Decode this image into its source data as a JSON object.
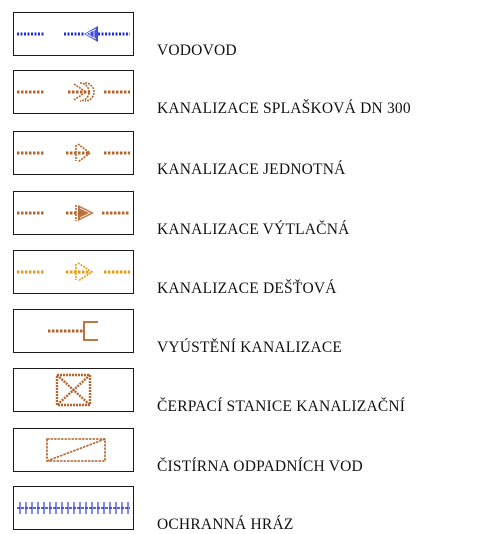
{
  "legend": {
    "items": [
      {
        "id": "vodovod",
        "label": "VODOVOD",
        "symbol": "water-main-line-icon",
        "color": "#1f2fd6"
      },
      {
        "id": "splaskova",
        "label": "KANALIZACE SPLAŠKOVÁ DN 300",
        "symbol": "sewer-foul-line-icon",
        "color": "#b5642c"
      },
      {
        "id": "jednotna",
        "label": "KANALIZACE JEDNOTNÁ",
        "symbol": "sewer-combined-line-icon",
        "color": "#b5642c"
      },
      {
        "id": "vytlacna",
        "label": "KANALIZACE VÝTLAČNÁ",
        "symbol": "sewer-pressure-line-icon",
        "color": "#b5642c"
      },
      {
        "id": "destova",
        "label": "KANALIZACE DEŠŤOVÁ",
        "symbol": "sewer-storm-line-icon",
        "color": "#e39b16"
      },
      {
        "id": "vyusteni",
        "label": "VYÚSTĚNÍ KANALIZACE",
        "symbol": "sewer-outlet-icon",
        "color": "#b5642c"
      },
      {
        "id": "cerpaci",
        "label": "ČERPACÍ STANICE KANALIZAČNÍ",
        "symbol": "pumping-station-icon",
        "color": "#b5642c"
      },
      {
        "id": "cistirna",
        "label": "ČISTÍRNA ODPADNÍCH VOD",
        "symbol": "wastewater-plant-icon",
        "color": "#b5642c"
      },
      {
        "id": "hraz",
        "label": "OCHRANNÁ HRÁZ",
        "symbol": "protective-dam-icon",
        "color": "#1f2fd6"
      }
    ]
  }
}
